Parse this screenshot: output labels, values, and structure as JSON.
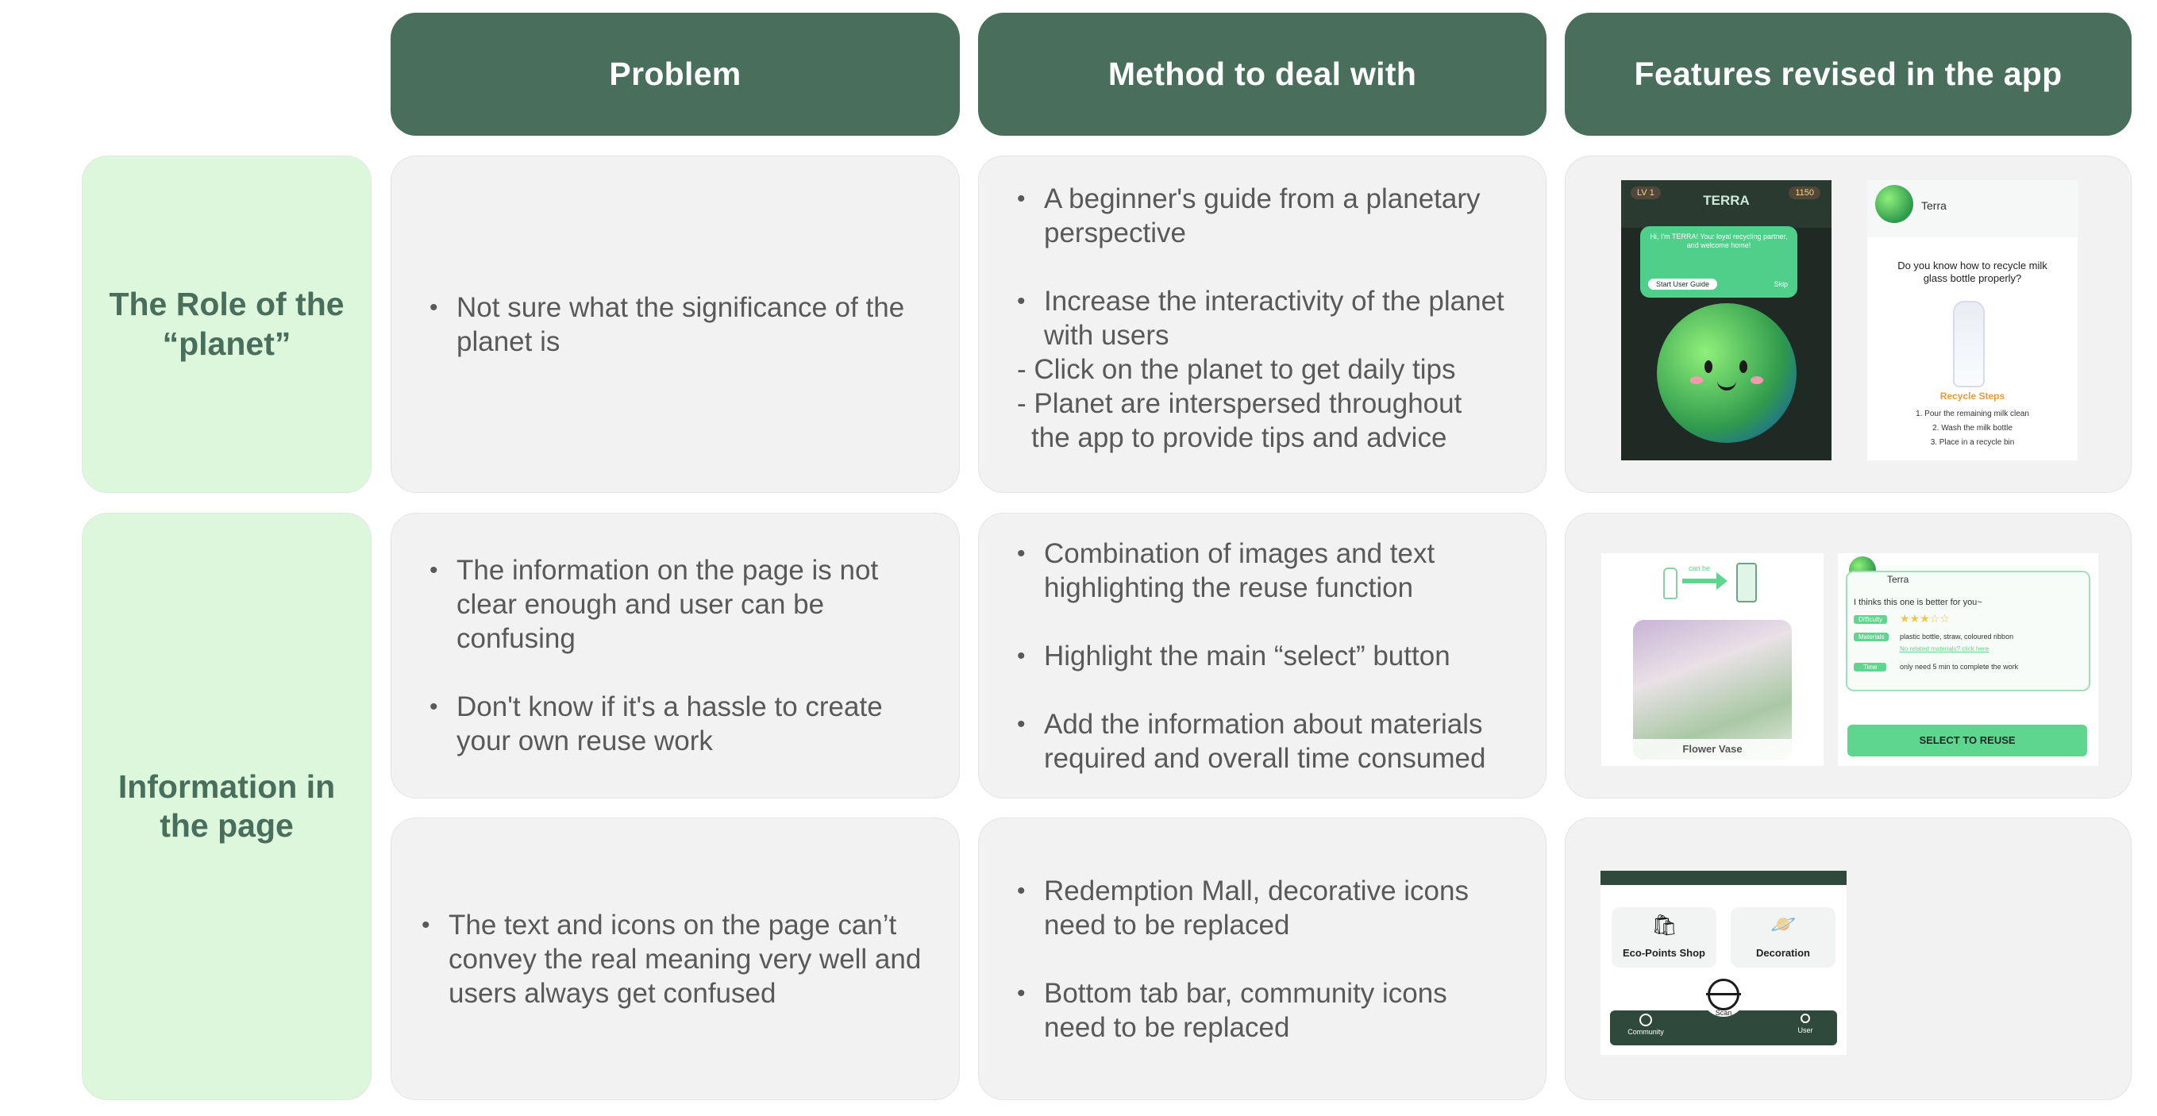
{
  "headers": {
    "problem": "Problem",
    "method": "Method to deal with",
    "features": "Features revised in the app"
  },
  "rows": {
    "planet": {
      "label_line1": "The Role of the",
      "label_line2": "“planet”",
      "problem": [
        "Not sure what the significance of the planet is"
      ],
      "method": {
        "item1": "A beginner's guide from a planetary perspective",
        "item2": "Increase the interactivity of the planet with users",
        "sub1": "- Click on the planet to get daily tips",
        "sub2a": "- Planet are interspersed throughout",
        "sub2b": "the app to provide tips and advice"
      }
    },
    "info": {
      "label_line1": "Information in",
      "label_line2": "the page",
      "a_problem": [
        "The information on the page is not clear enough and user can be confusing",
        "Don't know if it's a hassle to create your own reuse work"
      ],
      "a_method": [
        "Combination of images and text highlighting the reuse function",
        "Highlight the main “select” button",
        "Add the information about materials required and overall time consumed"
      ],
      "b_problem": [
        "The text and icons on the page can’t convey the real meaning very well and users always get confused"
      ],
      "b_method": [
        "Redemption Mall, decorative icons need to be replaced",
        "Bottom tab bar, community icons need to be replaced"
      ]
    }
  },
  "mock1": {
    "level": "LV 1",
    "coins": "1150",
    "app_name": "TERRA",
    "greeting": "Hi, I'm TERRA! Your loyal recycling partner, and welcome home!",
    "guide_button": "Start User Guide",
    "skip": "Skip"
  },
  "mock2": {
    "name": "Terra",
    "question": "Do you know how to recycle milk glass bottle properly?",
    "steps_title": "Recycle Steps",
    "step1": "1. Pour the remaining milk clean",
    "step2": "2. Wash the milk bottle",
    "step3": "3. Place in a recycle bin"
  },
  "mock3": {
    "can_be": "can be",
    "caption": "Flower Vase"
  },
  "mock4": {
    "name": "Terra",
    "intro": "I thinks this one is better for you~",
    "difficulty_tag": "Difficulty",
    "materials_tag": "Materials",
    "materials": "plastic bottle, straw, coloured ribbon",
    "link": "No related materials? click here",
    "time_tag": "Time",
    "time": "only need 5 min to complete the work",
    "select_button": "SELECT TO REUSE"
  },
  "mock5": {
    "shop": "Eco-Points Shop",
    "decoration": "Decoration",
    "scan": "Scan",
    "community": "Community",
    "user": "User"
  },
  "colors": {
    "header_bg": "#4a6e5c",
    "label_bg": "#dcf7dc",
    "cell_bg": "#f2f2f2",
    "accent_green": "#5fd690"
  }
}
